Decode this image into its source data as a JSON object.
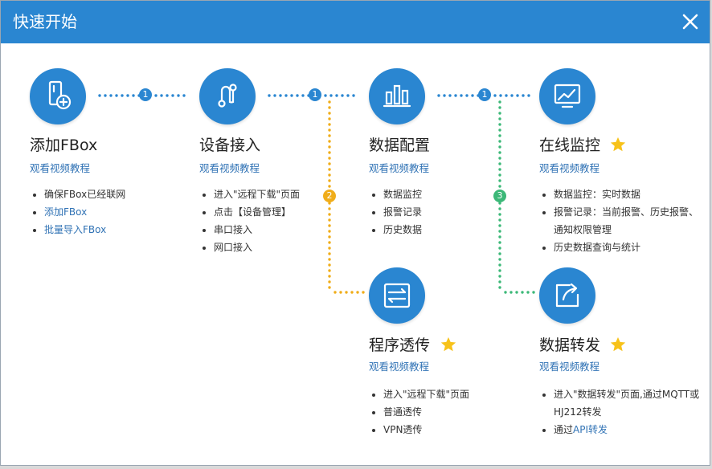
{
  "dialog": {
    "title": "快速开始"
  },
  "steps": {
    "add_fbox": {
      "title": "添加FBox",
      "video": "观看视频教程",
      "bullets": [
        "确保FBox已经联网",
        "添加FBox",
        "批量导入FBox"
      ]
    },
    "device_access": {
      "title": "设备接入",
      "video": "观看视频教程",
      "bullets": [
        "进入\"远程下载\"页面",
        "点击【设备管理】",
        "串口接入",
        "网口接入"
      ]
    },
    "data_config": {
      "title": "数据配置",
      "video": "观看视频教程",
      "bullets": [
        "数据监控",
        "报警记录",
        "历史数据"
      ]
    },
    "online_monitor": {
      "title": "在线监控",
      "video": "观看视频教程",
      "bullets": [
        "数据监控：实时数据",
        "报警记录：当前报警、历史报警、通知权限管理",
        "历史数据查询与统计"
      ]
    },
    "transparent": {
      "title": "程序透传",
      "video": "观看视频教程",
      "bullets": [
        "进入\"远程下载\"页面",
        "普通透传",
        "VPN透传"
      ]
    },
    "forward": {
      "title": "数据转发",
      "video": "观看视频教程",
      "bullets": [
        "进入\"数据转发\"页面,通过MQTT或HJ212转发",
        "通过",
        "API转发"
      ]
    }
  },
  "badges": {
    "b1": "1",
    "b2": "1",
    "b3": "1",
    "b4": "2",
    "b5": "3"
  },
  "colors": {
    "primary": "#2a86d1",
    "link": "#3173b5",
    "path2": "#f0ad1a",
    "path3": "#3cb878",
    "star": "#f7c21a"
  },
  "icons": {
    "close": "close-icon",
    "add_fbox": "device-add-icon",
    "device_access": "route-icon",
    "data_config": "bar-chart-icon",
    "online_monitor": "monitor-chart-icon",
    "transparent": "transfer-arrows-icon",
    "forward": "share-forward-icon",
    "star": "star-icon"
  }
}
